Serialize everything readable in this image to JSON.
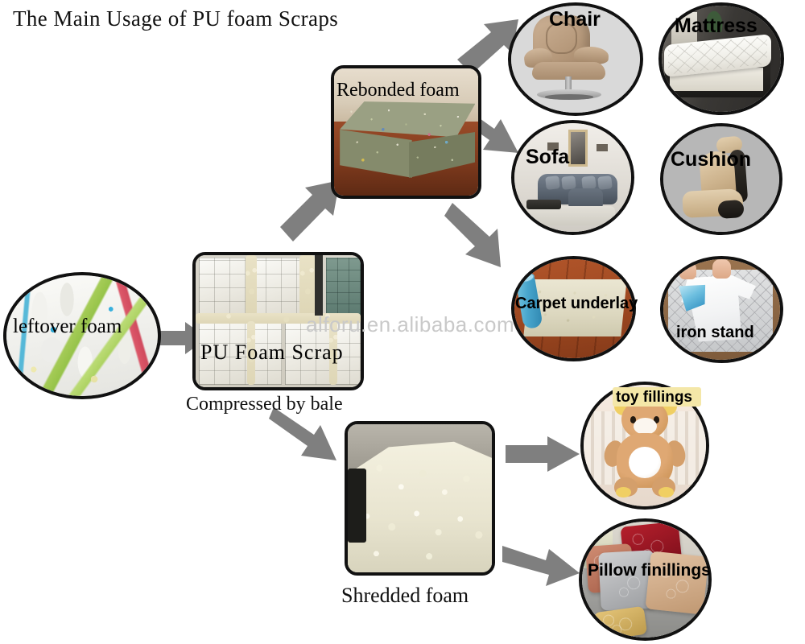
{
  "page": {
    "title": "The Main Usage of PU foam Scraps",
    "watermark": "alforu.en.alibaba.com",
    "arrow_color": "#7f7f7f",
    "outline_color": "#111111"
  },
  "nodes": {
    "leftover_foam": {
      "label": "leftover foam",
      "shape": "circle",
      "stage": "input"
    },
    "pu_foam_scrap": {
      "label": "PU Foam Scrap",
      "caption": "Compressed by bale",
      "shape": "rounded-square",
      "stage": "process"
    },
    "rebonded_foam": {
      "label": "Rebonded  foam",
      "shape": "rounded-square",
      "stage": "product"
    },
    "shredded_foam": {
      "label": "",
      "caption": "Shredded foam",
      "shape": "rounded-square",
      "stage": "product"
    }
  },
  "rebonded_uses": [
    {
      "label": "Chair",
      "name": "chair"
    },
    {
      "label": "Mattress",
      "name": "mattress"
    },
    {
      "label": "Sofa",
      "name": "sofa"
    },
    {
      "label": "Cushion",
      "name": "cushion"
    },
    {
      "label": "Carpet underlay",
      "name": "carpet-underlay"
    },
    {
      "label": "iron stand",
      "name": "iron-stand"
    }
  ],
  "shredded_uses": [
    {
      "label": "toy fillings",
      "name": "toy-fillings"
    },
    {
      "label": "Pillow finillings",
      "name": "pillow-fillings"
    }
  ],
  "arrows": [
    {
      "name": "arrow-leftover-to-scrap",
      "from": "leftover foam",
      "to": "PU Foam Scrap",
      "direction": "right"
    },
    {
      "name": "arrow-scrap-to-rebonded",
      "from": "PU Foam Scrap",
      "to": "Rebonded foam",
      "direction": "up-right"
    },
    {
      "name": "arrow-scrap-to-shredded",
      "from": "PU Foam Scrap",
      "to": "Shredded foam",
      "direction": "down-right"
    },
    {
      "name": "arrow-rebonded-to-chair",
      "from": "Rebonded foam",
      "to": "Chair",
      "direction": "up-right"
    },
    {
      "name": "arrow-rebonded-to-sofa",
      "from": "Rebonded foam",
      "to": "Sofa",
      "direction": "down-right"
    },
    {
      "name": "arrow-rebonded-to-carpet",
      "from": "Rebonded foam",
      "to": "Carpet underlay",
      "direction": "down-right"
    },
    {
      "name": "arrow-shredded-to-toy",
      "from": "Shredded foam",
      "to": "toy fillings",
      "direction": "right"
    },
    {
      "name": "arrow-shredded-to-pillow",
      "from": "Shredded foam",
      "to": "Pillow finillings",
      "direction": "down-right"
    }
  ]
}
